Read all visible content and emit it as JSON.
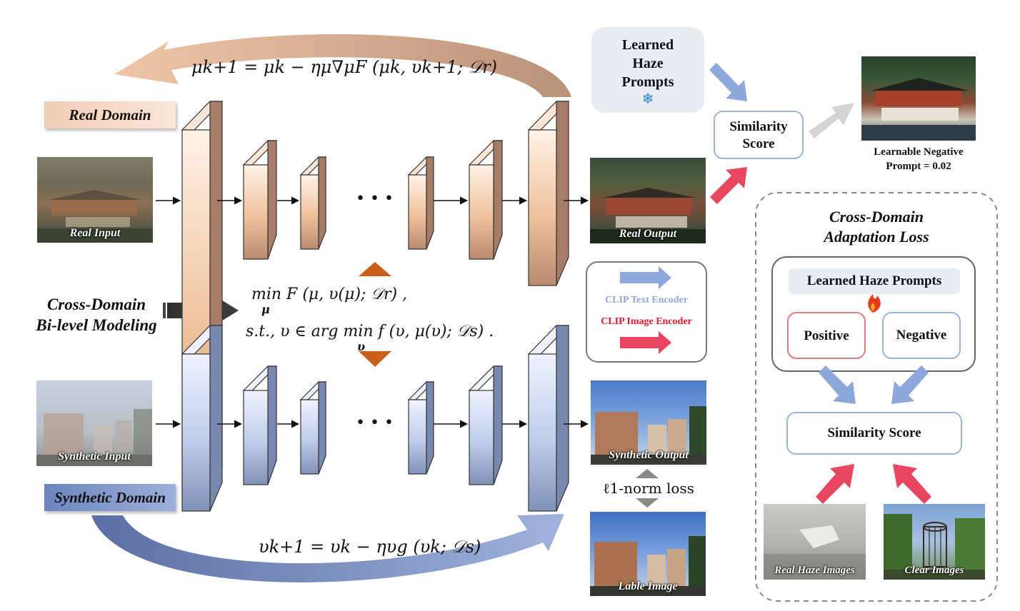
{
  "equations": {
    "mu_update": "μk+1 = μk − ημ∇μF (μk, υk+1; 𝒟r)",
    "upper_level": "min F (μ, υ(μ); 𝒟r) ,",
    "upper_level_sub": "μ",
    "lower_level": "s.t., υ ∈ arg min f (υ, μ(υ); 𝒟s) .",
    "lower_level_sub": "υ",
    "nu_update": "υk+1 = υk − ηυg (υk; 𝒟s)"
  },
  "domains": {
    "real": "Real Domain",
    "synthetic": "Synthetic Domain"
  },
  "bilevel_label": [
    "Cross-Domain",
    "Bi-level Modeling"
  ],
  "dots": "• • •",
  "images": {
    "real_input": "Real Input",
    "real_output": "Real Output",
    "synthetic_input": "Synthetic Input",
    "synthetic_output": "Synthetic Output",
    "label_image": "Lable Image",
    "real_haze": "Real Haze Images",
    "clear": "Clear Images"
  },
  "loss_label": "ℓ1-norm loss",
  "learned_prompts": [
    "Learned",
    "Haze",
    "Prompts"
  ],
  "snowflake": "❄",
  "similarity_top": [
    "Similarity",
    "Score"
  ],
  "negative_caption": [
    "Learnable Negative",
    "Prompt = 0.02"
  ],
  "legend": {
    "text_encoder": "CLIP Text Encoder",
    "image_encoder": "CLIP Image Encoder"
  },
  "adaptation": {
    "title": [
      "Cross-Domain",
      "Adaptation Loss"
    ],
    "prompts": "Learned Haze Prompts",
    "positive": "Positive",
    "negative": "Negative",
    "similarity": "Similarity Score"
  },
  "colors": {
    "real_tag": "#f5d9c6",
    "synthetic_tag": "#6d85bd",
    "text_arrow": "#8fa8dc",
    "image_arrow": "#e84560",
    "orange_triangle": "#c8601c",
    "gray_arrow": "#d0d0d0",
    "positive_border": "#e07b84",
    "negative_border": "#9fb3d9"
  }
}
